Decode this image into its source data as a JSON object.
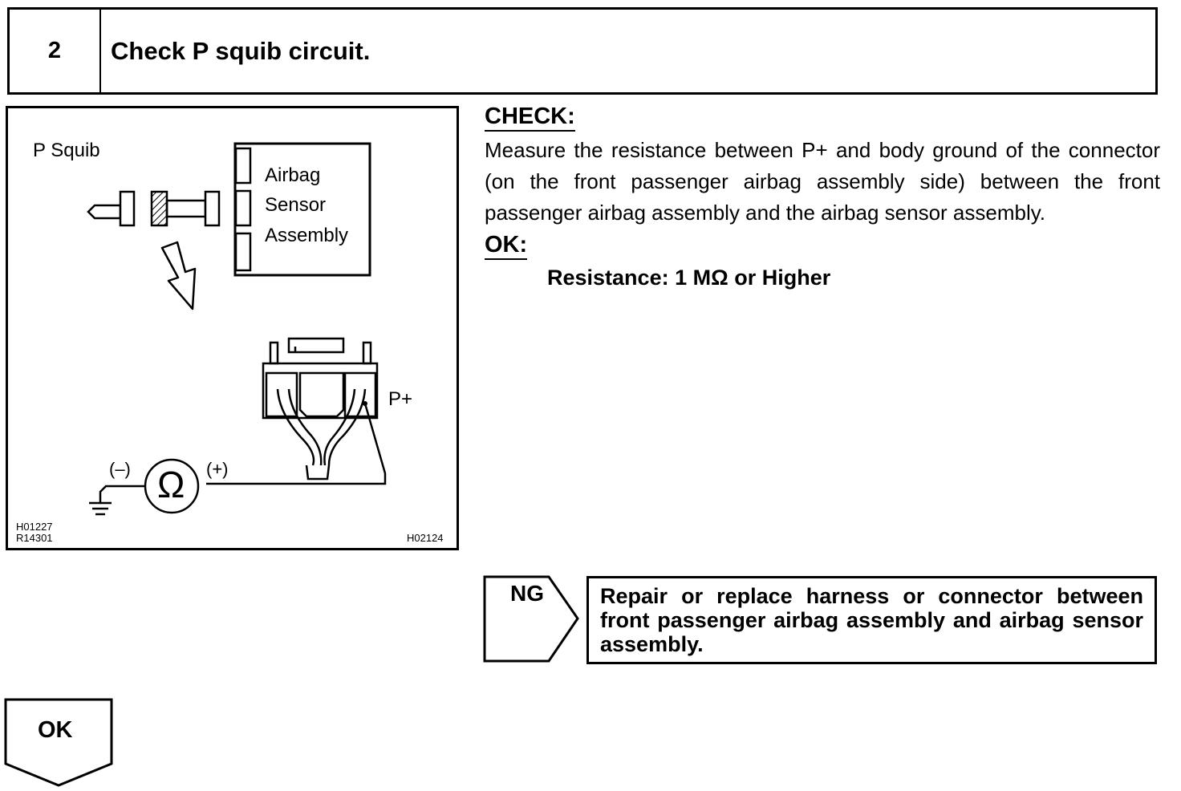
{
  "step": {
    "number": "2",
    "title": "Check P squib circuit."
  },
  "figure": {
    "p_squib_label": "P Squib",
    "sensor_label_1": "Airbag",
    "sensor_label_2": "Sensor",
    "sensor_label_3": "Assembly",
    "terminal_label": "P+",
    "meter_symbol": "Ω",
    "minus_label": "(–)",
    "plus_label": "(+)",
    "code_1": "H01227",
    "code_2": "R14301",
    "code_3": "H02124"
  },
  "check": {
    "heading": "CHECK:",
    "text": "Measure the resistance between P+ and body ground of the connector (on the front passenger airbag assembly side) be­tween the front passenger airbag assembly and the airbag sen­sor assembly.",
    "ok_heading": "OK:",
    "spec": "Resistance: 1 MΩ or Higher"
  },
  "ng": {
    "label": "NG",
    "action": "Repair or replace harness or connector be­tween front passenger airbag assembly and air­bag sensor assembly."
  },
  "ok": {
    "label": "OK"
  }
}
